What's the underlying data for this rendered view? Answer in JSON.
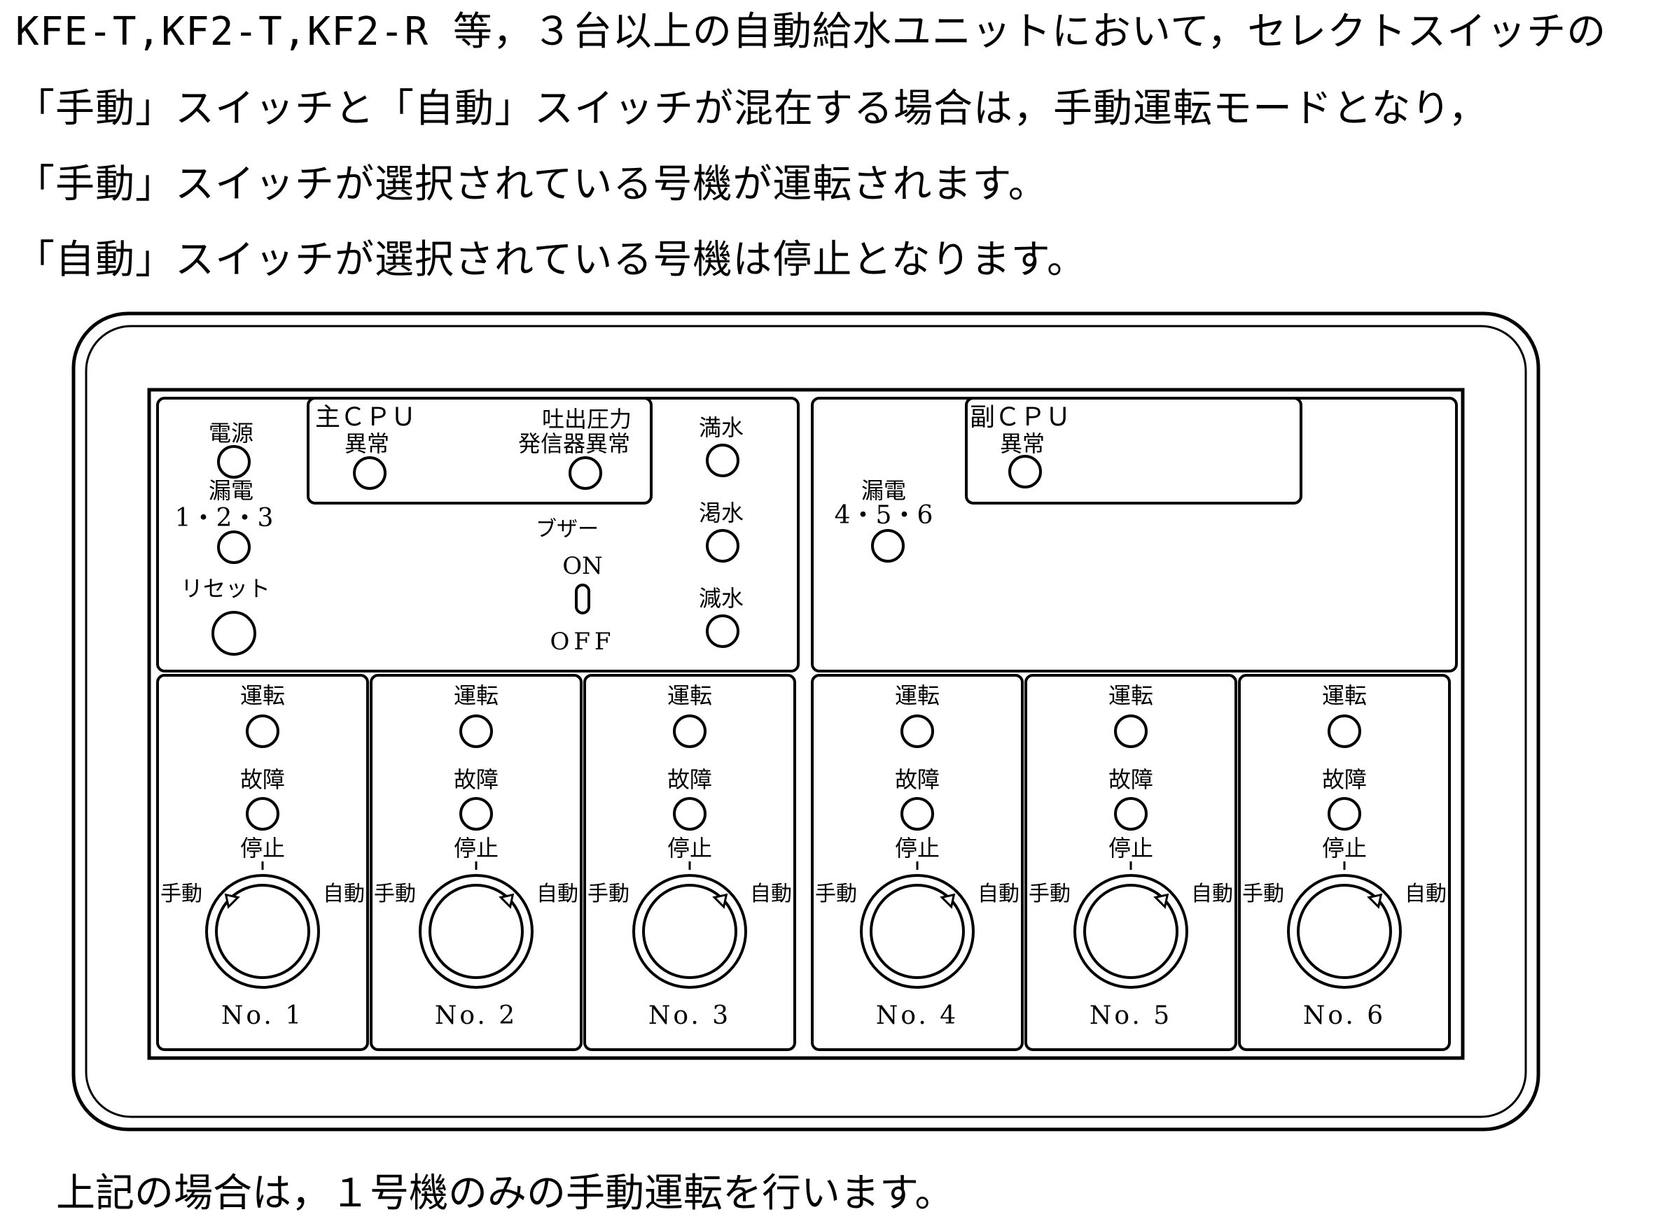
{
  "intro": {
    "line1": "KFE-T,KF2-T,KF2-R 等，３台以上の自動給水ユニットにおいて，セレクトスイッチの",
    "line2": "「手動」スイッチと「自動」スイッチが混在する場合は，手動運転モードとなり，",
    "line3": "「手動」スイッチが選択されている号機が運転されます。",
    "line4": "「自動」スイッチが選択されている号機は停止となります。"
  },
  "footer": "上記の場合は，１号機のみの手動運転を行います。",
  "panel": {
    "left": {
      "power": "電源",
      "leak_label": "漏電",
      "leak_units": "1・2・3",
      "reset": "リセット",
      "main_cpu": "主ＣＰＵ",
      "main_cpu_error": "異常",
      "pressure_line1": "吐出圧力",
      "pressure_line2": "発信器異常",
      "full_water": "満水",
      "dry_water": "渇水",
      "low_water": "減水",
      "buzzer": "ブザー",
      "on": "ON",
      "off": "OFF"
    },
    "right": {
      "sub_cpu": "副ＣＰＵ",
      "sub_cpu_error": "異常",
      "leak_label": "漏電",
      "leak_units": "4・5・6"
    },
    "unit_labels": {
      "run": "運転",
      "fault": "故障",
      "stop": "停止",
      "manual": "手動",
      "auto": "自動"
    },
    "units": [
      {
        "name": "No. 1",
        "selector": "manual"
      },
      {
        "name": "No. 2",
        "selector": "auto"
      },
      {
        "name": "No. 3",
        "selector": "auto"
      },
      {
        "name": "No. 4",
        "selector": "auto"
      },
      {
        "name": "No. 5",
        "selector": "auto"
      },
      {
        "name": "No. 6",
        "selector": "auto"
      }
    ]
  }
}
